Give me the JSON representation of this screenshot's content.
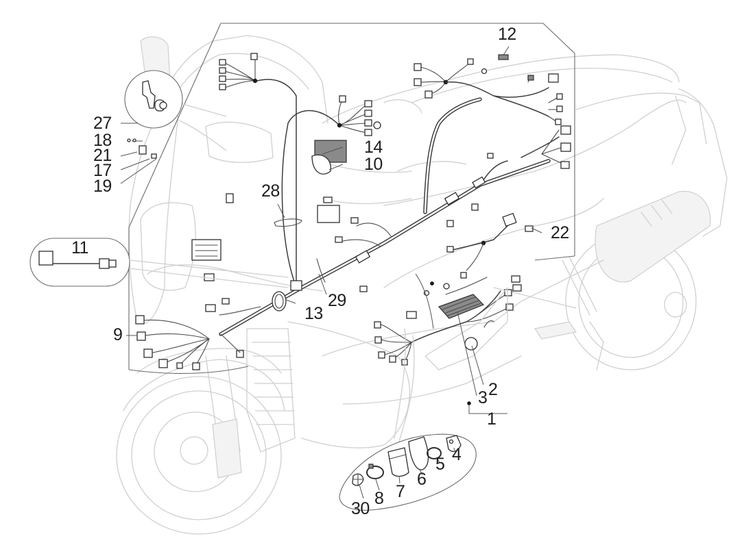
{
  "callouts": [
    {
      "id": "c12",
      "label": "12"
    },
    {
      "id": "c27",
      "label": "27"
    },
    {
      "id": "c18",
      "label": "18"
    },
    {
      "id": "c21",
      "label": "21"
    },
    {
      "id": "c17",
      "label": "17"
    },
    {
      "id": "c19",
      "label": "19"
    },
    {
      "id": "c14",
      "label": "14"
    },
    {
      "id": "c10",
      "label": "10"
    },
    {
      "id": "c28",
      "label": "28"
    },
    {
      "id": "c22",
      "label": "22"
    },
    {
      "id": "c11",
      "label": "11"
    },
    {
      "id": "c13",
      "label": "13"
    },
    {
      "id": "c29",
      "label": "29"
    },
    {
      "id": "c9",
      "label": "9"
    },
    {
      "id": "c2",
      "label": "2"
    },
    {
      "id": "c3",
      "label": "3"
    },
    {
      "id": "c1",
      "label": "1"
    },
    {
      "id": "c4",
      "label": "4"
    },
    {
      "id": "c5",
      "label": "5"
    },
    {
      "id": "c6",
      "label": "6"
    },
    {
      "id": "c7",
      "label": "7"
    },
    {
      "id": "c8",
      "label": "8"
    },
    {
      "id": "c30",
      "label": "30"
    }
  ],
  "colors": {
    "ink": "#1e1e1e",
    "ghost_outline": "#cfcfcf",
    "wiring": "#3c3c3c",
    "background": "#ffffff"
  },
  "icons": {
    "diagram": "exploded-parts-diagram-icon"
  }
}
